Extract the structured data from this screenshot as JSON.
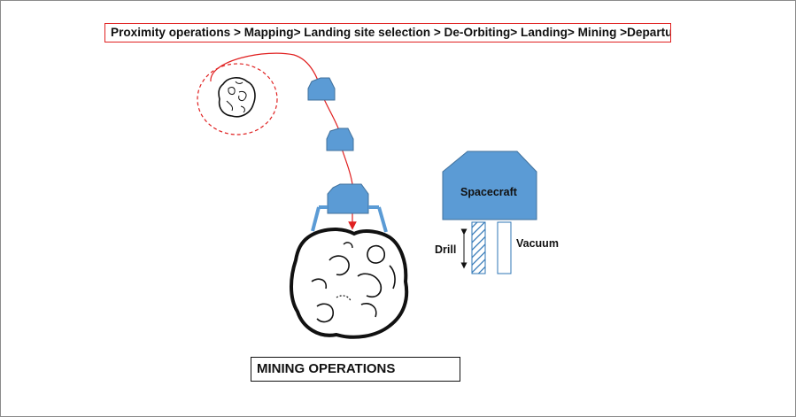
{
  "flow": {
    "text": "Proximity operations > Mapping> Landing site selection > De-Orbiting> Landing> Mining >Departure",
    "border_color": "#e02020"
  },
  "caption": {
    "text": "MINING OPERATIONS"
  },
  "spacecraft": {
    "label": "Spacecraft",
    "color": "#5b9bd5",
    "border_color": "#41719c"
  },
  "tools": {
    "drill_label": "Drill",
    "vacuum_label": "Vacuum",
    "drill_color": "#2e75b6"
  },
  "trajectory": {
    "color": "#e02020"
  },
  "icons": {
    "small_asteroid": "asteroid-icon",
    "large_asteroid": "asteroid-icon",
    "probe": "lander-icon"
  }
}
